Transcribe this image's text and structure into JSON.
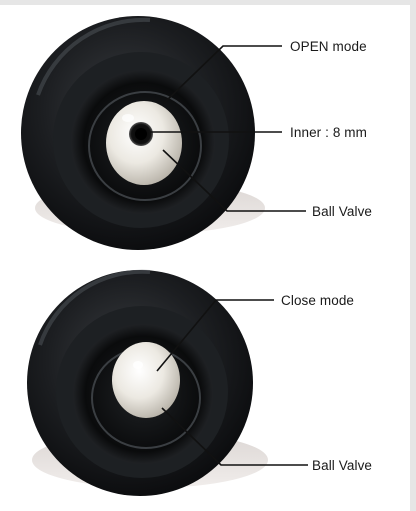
{
  "panels": {
    "open": {
      "labels": {
        "mode": "OPEN mode",
        "inner": "Inner : 8 mm",
        "valve": "Ball Valve"
      }
    },
    "close": {
      "labels": {
        "mode": "Close mode",
        "valve": "Ball Valve"
      }
    }
  },
  "colors": {
    "rubber": "#141618",
    "ball": "#ece9e2",
    "leader": "#111111"
  }
}
